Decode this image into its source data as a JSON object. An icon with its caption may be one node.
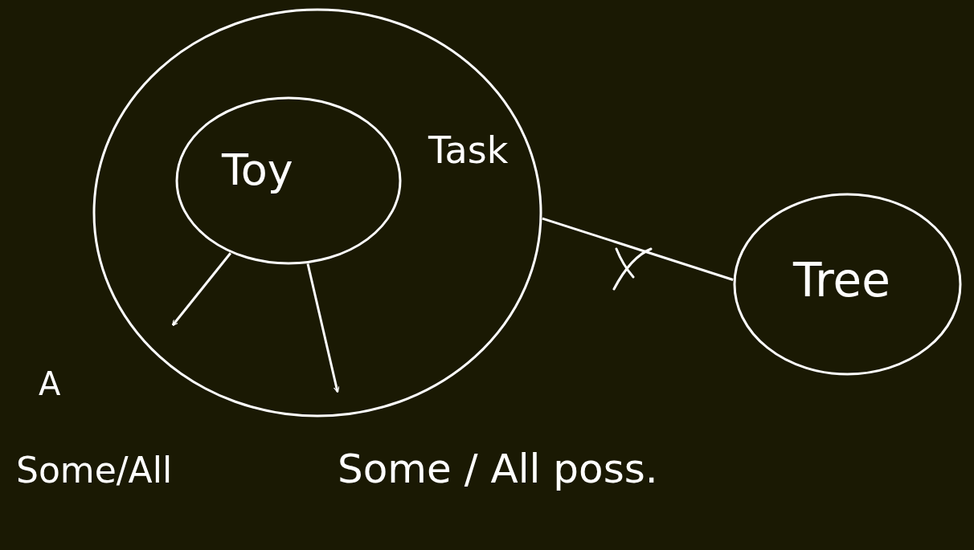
{
  "diagram": {
    "nodes": [
      {
        "text": [
          "Task"
        ]
      },
      {
        "text": [
          "Toy"
        ],
        "in": 0
      },
      {
        "text": [
          "Tree"
        ]
      }
    ],
    "edges": [
      {
        "from": 0,
        "to": 2,
        "arrow": "none"
      },
      {
        "from": 1,
        "to": null,
        "arrow": "to"
      },
      {
        "from": 1,
        "to": null,
        "arrow": "to"
      }
    ],
    "labels": [
      "A",
      "Some/All",
      "Some / All poss."
    ]
  }
}
